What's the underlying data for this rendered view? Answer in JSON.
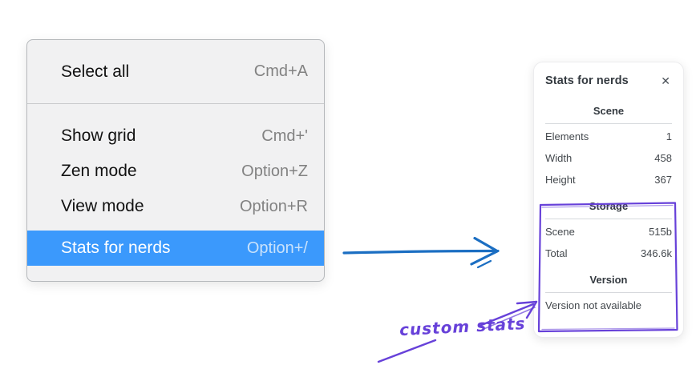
{
  "colors": {
    "menu_highlight_bg": "#3b99fc",
    "arrow_blue": "#1b6ec2",
    "annotation_purple": "#6741d9"
  },
  "context_menu": {
    "items": [
      {
        "label": "Select all",
        "shortcut": "Cmd+A",
        "selected": false
      },
      {
        "label": "Show grid",
        "shortcut": "Cmd+'",
        "selected": false
      },
      {
        "label": "Zen mode",
        "shortcut": "Option+Z",
        "selected": false
      },
      {
        "label": "View mode",
        "shortcut": "Option+R",
        "selected": false
      },
      {
        "label": "Stats for nerds",
        "shortcut": "Option+/",
        "selected": true
      }
    ]
  },
  "stats_panel": {
    "title": "Stats for nerds",
    "close_glyph": "✕",
    "sections": [
      {
        "heading": "Scene",
        "rows": [
          {
            "label": "Elements",
            "value": "1"
          },
          {
            "label": "Width",
            "value": "458"
          },
          {
            "label": "Height",
            "value": "367"
          }
        ]
      },
      {
        "heading": "Storage",
        "rows": [
          {
            "label": "Scene",
            "value": "515b"
          },
          {
            "label": "Total",
            "value": "346.6k"
          }
        ]
      },
      {
        "heading": "Version",
        "rows": [],
        "note": "Version not available"
      }
    ]
  },
  "annotations": {
    "custom_stats_label": "custom stats"
  }
}
